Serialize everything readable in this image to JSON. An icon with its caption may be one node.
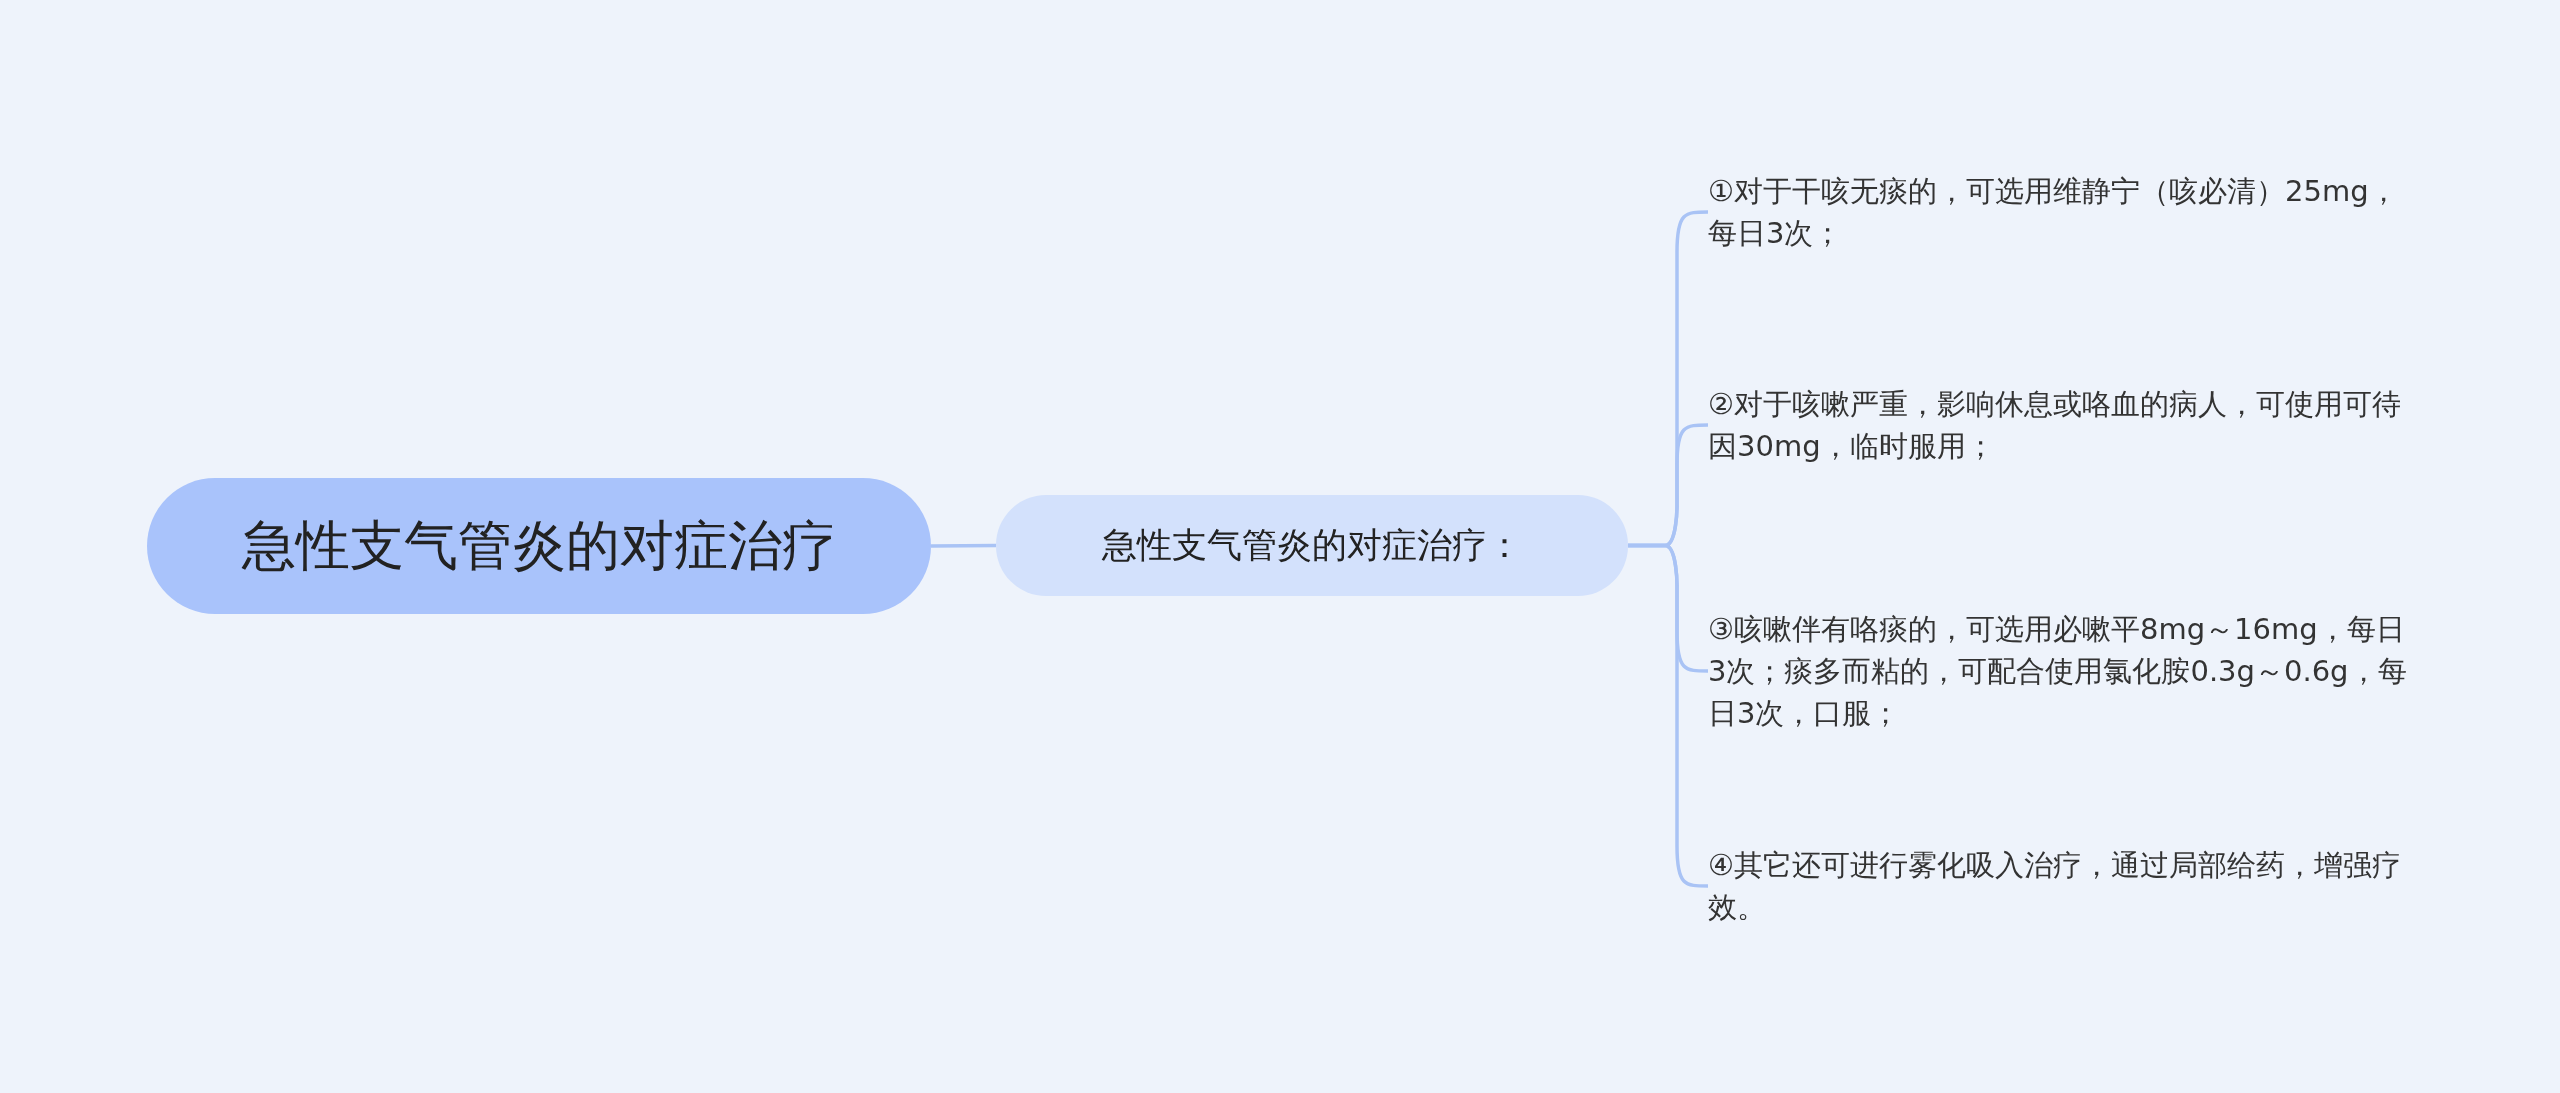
{
  "diagram": {
    "nodes": [
      {
        "text": [
          "急性支气管炎的对症治疗"
        ]
      },
      {
        "text": [
          "急性支气管炎的对症治疗："
        ]
      },
      {
        "text": [
          "①对于干咳无痰的，可选用维静宁（咳必清）25mg，每日3次；"
        ]
      },
      {
        "text": [
          "②对于咳嗽严重，影响休息或咯血的病人，可使用可待因30mg，临时服用；"
        ]
      },
      {
        "text": [
          "③咳嗽伴有咯痰的，可选用必嗽平8mg～16mg，每日3次；痰多而粘的，可配合使用氯化胺0.3g～0.6g，每日3次，口服；"
        ]
      },
      {
        "text": [
          "④其它还可进行雾化吸入治疗，通过局部给药，增强疗效。"
        ]
      }
    ],
    "edges": [
      {
        "from": 0,
        "to": 1,
        "arrow": "none"
      },
      {
        "from": 1,
        "to": 2,
        "arrow": "none"
      },
      {
        "from": 1,
        "to": 3,
        "arrow": "none"
      },
      {
        "from": 1,
        "to": 4,
        "arrow": "none"
      },
      {
        "from": 1,
        "to": 5,
        "arrow": "none"
      }
    ]
  }
}
